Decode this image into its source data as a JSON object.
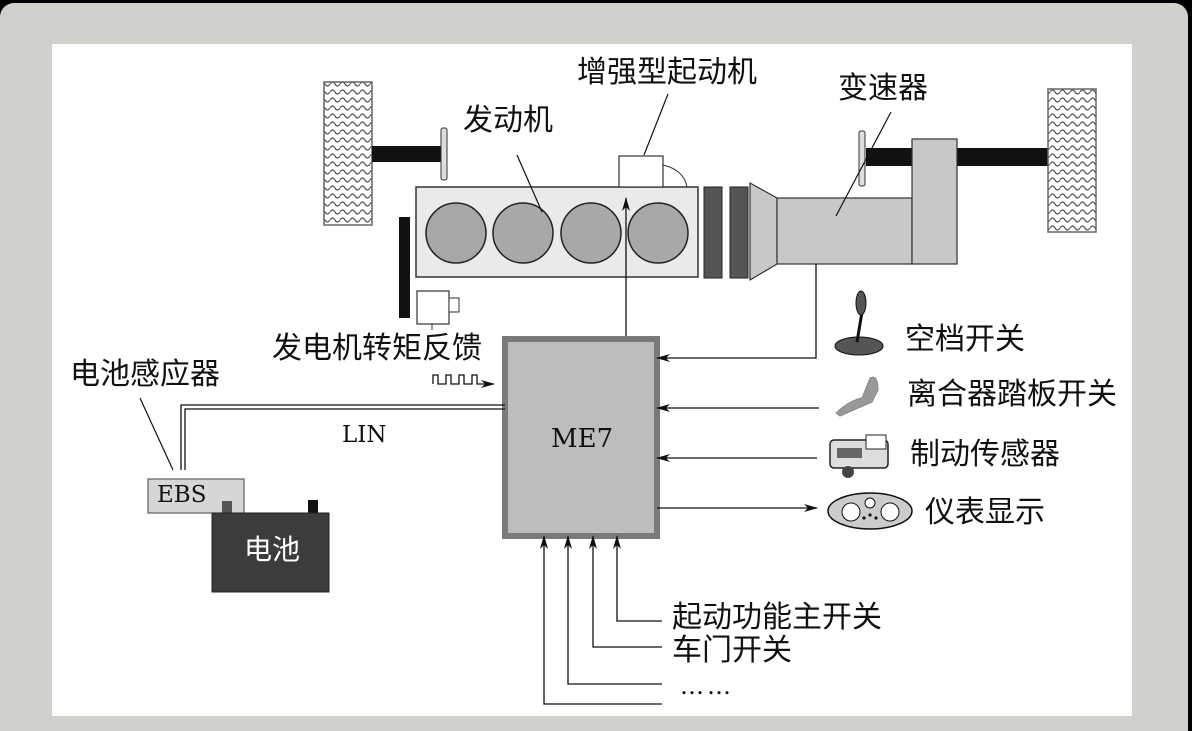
{
  "diagram": {
    "labels": {
      "starter": "增强型起动机",
      "engine": "发动机",
      "transmission": "变速器",
      "generator_feedback": "发电机转矩反馈",
      "battery_sensor": "电池感应器",
      "lin": "LIN",
      "ebs": "EBS",
      "battery": "电池",
      "ecu": "ME7",
      "neutral_switch": "空档开关",
      "clutch_switch": "离合器踏板开关",
      "brake_sensor": "制动传感器",
      "instrument_display": "仪表显示",
      "start_main_switch": "起动功能主开关",
      "door_switch": "车门开关",
      "ellipsis": "……"
    },
    "colors": {
      "frame": "#d1d1cc",
      "ecu_fill": "#bdbdbd",
      "ecu_border": "#7a7a7a",
      "cylinder": "#a8a8a8",
      "engine_block": "#eaeaea",
      "battery": "#3c3c3c",
      "clutch_plate": "#555555",
      "transmission": "#c8c8c8"
    }
  }
}
